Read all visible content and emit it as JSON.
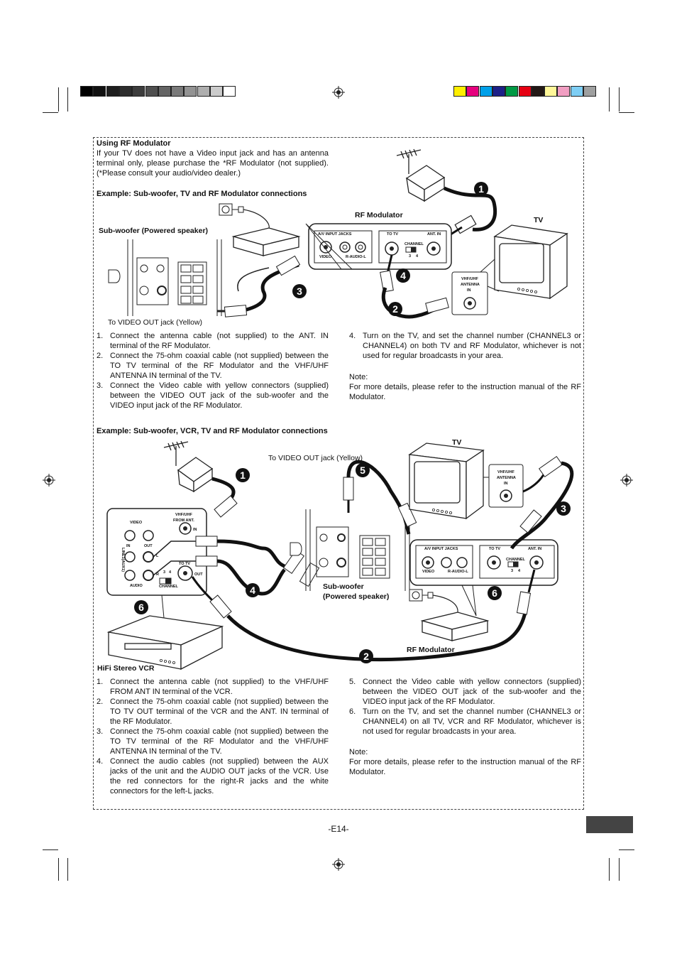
{
  "colors": {
    "gray_bar": [
      "#000000",
      "#111111",
      "#1e1e1e",
      "#2d2d2d",
      "#3d3d3d",
      "#4f4f4f",
      "#646464",
      "#7a7a7a",
      "#939393",
      "#aeaeae",
      "#cbcbcb",
      "#ffffff"
    ],
    "color_bar": [
      "#ffee00",
      "#e6007e",
      "#00a0e9",
      "#1d2088",
      "#009944",
      "#e60012",
      "#231815",
      "#fff799",
      "#f19ec2",
      "#7ecef4",
      "#9fa0a0"
    ],
    "frame": "#444444"
  },
  "section1": {
    "title": "Using RF Modulator",
    "intro": "If your TV does not have a Video input jack and has an antenna terminal only, please purchase the *RF Modulator (not supplied). (*Please consult your audio/video dealer.)",
    "example_title": "Example: Sub-woofer, TV and RF Modulator connections",
    "labels": {
      "rf_modulator": "RF Modulator",
      "tv": "TV",
      "subwoofer": "Sub-woofer (Powered speaker)",
      "to_video_out": "To VIDEO OUT jack (Yellow)",
      "av_input_jacks": "A/V INPUT JACKS",
      "video": "VIDEO",
      "r_audio_l": "R-AUDIO-L",
      "to_tv": "TO TV",
      "channel": "CHANNEL",
      "ch3": "3",
      "ch4": "4",
      "ant_in": "ANT. IN",
      "vhf_uhf": "VHF/UHF",
      "antenna": "ANTENNA",
      "in": "IN"
    },
    "steps_left": [
      {
        "num": "1.",
        "text": "Connect the antenna cable (not supplied) to the ANT. IN terminal of the RF Modulator."
      },
      {
        "num": "2.",
        "text": "Connect the 75-ohm coaxial cable (not supplied) between the TO TV terminal of the RF Modulator and the VHF/UHF ANTENNA IN terminal of the TV."
      },
      {
        "num": "3.",
        "text": "Connect the Video cable with yellow connectors (supplied) between the VIDEO OUT jack of the sub-woofer and the VIDEO input jack of the RF Modulator."
      }
    ],
    "steps_right": [
      {
        "num": "4.",
        "text": "Turn on the TV, and set the channel number (CHANNEL3 or CHANNEL4) on both TV and RF Modulator, whichever is not used for regular broadcasts in your area."
      }
    ],
    "note_title": "Note:",
    "note_text": "For more details, please refer to the instruction manual of the RF Modulator.",
    "markers": [
      "1",
      "2",
      "3",
      "4"
    ]
  },
  "section2": {
    "example_title": "Example: Sub-woofer, VCR, TV and RF Modulator connections",
    "labels": {
      "tv": "TV",
      "to_video_out": "To VIDEO OUT jack (Yellow)",
      "subwoofer_line1": "Sub-woofer",
      "subwoofer_line2": "(Powered speaker)",
      "rf_modulator": "RF Modulator",
      "vcr": "HiFi Stereo VCR",
      "video": "VIDEO",
      "in": "IN",
      "out": "OUT",
      "l": "L",
      "r": "R",
      "audio": "AUDIO",
      "line_aux": "LINE1(AUX1)",
      "vhf_uhf_from_ant": "VHF/UHF",
      "from_ant": "FROM ANT.",
      "to_tv": "TO TV",
      "channel": "CHANNEL",
      "ch3": "3",
      "ch4": "4",
      "av_input_jacks": "A/V INPUT JACKS",
      "r_audio_l": "R-AUDIO-L",
      "ant_in": "ANT. IN",
      "vhf_uhf": "VHF/UHF",
      "antenna": "ANTENNA"
    },
    "steps_left": [
      {
        "num": "1.",
        "text": "Connect the antenna cable (not supplied) to the VHF/UHF FROM ANT IN terminal of the VCR."
      },
      {
        "num": "2.",
        "text": "Connect the 75-ohm coaxial cable (not supplied) between the TO TV OUT terminal of the VCR and the ANT. IN terminal of the RF Modulator."
      },
      {
        "num": "3.",
        "text": "Connect the 75-ohm coaxial cable (not supplied) between the TO TV terminal of the RF Modulator and the VHF/UHF ANTENNA IN terminal of the TV."
      },
      {
        "num": "4.",
        "text": "Connect the audio cables (not supplied) between the AUX jacks of the unit and the AUDIO OUT jacks of the VCR. Use the red connectors for the right-R jacks and the white connectors for the left-L jacks."
      }
    ],
    "steps_right": [
      {
        "num": "5.",
        "text": "Connect the Video cable with yellow connectors (supplied) between the VIDEO OUT jack of the sub-woofer and the VIDEO input jack of the RF Modulator."
      },
      {
        "num": "6.",
        "text": "Turn on the TV, and set the channel number (CHANNEL3 or CHANNEL4) on all TV, VCR and RF Modulator, whichever is not used for regular broadcasts in your area."
      }
    ],
    "note_title": "Note:",
    "note_text": "For more details, please refer to the instruction manual of the RF Modulator.",
    "markers": [
      "1",
      "5",
      "3",
      "4",
      "6",
      "6",
      "2"
    ]
  },
  "footer": {
    "page_number": "-E14-"
  }
}
